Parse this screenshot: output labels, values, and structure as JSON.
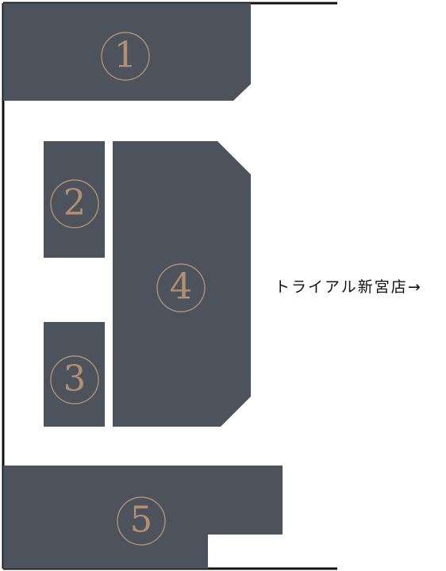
{
  "colors": {
    "block": "#4c535c",
    "label": "#b38f72",
    "border": "#111111",
    "background": "#ffffff"
  },
  "blocks": [
    {
      "id": "1",
      "label": "1"
    },
    {
      "id": "2",
      "label": "2"
    },
    {
      "id": "3",
      "label": "3"
    },
    {
      "id": "4",
      "label": "4"
    },
    {
      "id": "5",
      "label": "5"
    }
  ],
  "store": {
    "name": "トライアル新宮店",
    "arrow": "→"
  }
}
